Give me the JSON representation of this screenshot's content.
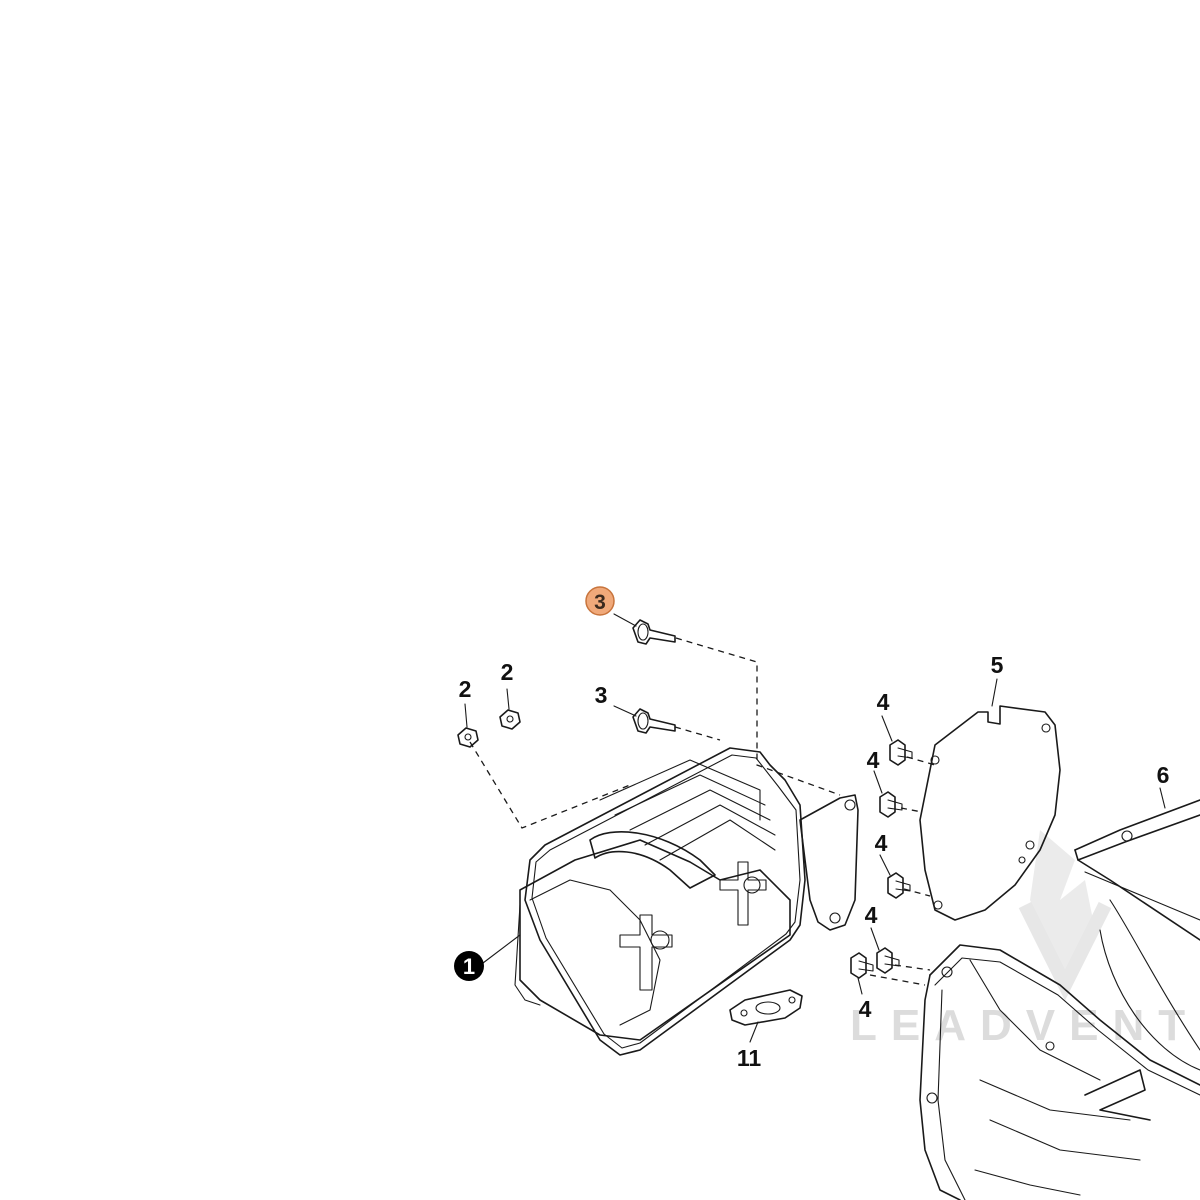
{
  "callouts": [
    {
      "id": "part-1",
      "label": "1",
      "style": "filled"
    },
    {
      "id": "part-2a",
      "label": "2",
      "style": "plain"
    },
    {
      "id": "part-2b",
      "label": "2",
      "style": "plain"
    },
    {
      "id": "part-3-highlight",
      "label": "3",
      "style": "highlight"
    },
    {
      "id": "part-3",
      "label": "3",
      "style": "plain"
    },
    {
      "id": "part-4a",
      "label": "4",
      "style": "plain"
    },
    {
      "id": "part-4b",
      "label": "4",
      "style": "plain"
    },
    {
      "id": "part-4c",
      "label": "4",
      "style": "plain"
    },
    {
      "id": "part-4d",
      "label": "4",
      "style": "plain"
    },
    {
      "id": "part-4e",
      "label": "4",
      "style": "plain"
    },
    {
      "id": "part-5",
      "label": "5",
      "style": "plain"
    },
    {
      "id": "part-6",
      "label": "6",
      "style": "plain"
    },
    {
      "id": "part-11",
      "label": "11",
      "style": "plain"
    }
  ],
  "watermark": {
    "text": "LEADVENTU"
  },
  "colors": {
    "line": "#1a1a1a",
    "highlight_fill": "#f0a97a",
    "highlight_stroke": "#c8743c",
    "filled_badge": "#000000",
    "watermark": "#d9d9d9"
  }
}
